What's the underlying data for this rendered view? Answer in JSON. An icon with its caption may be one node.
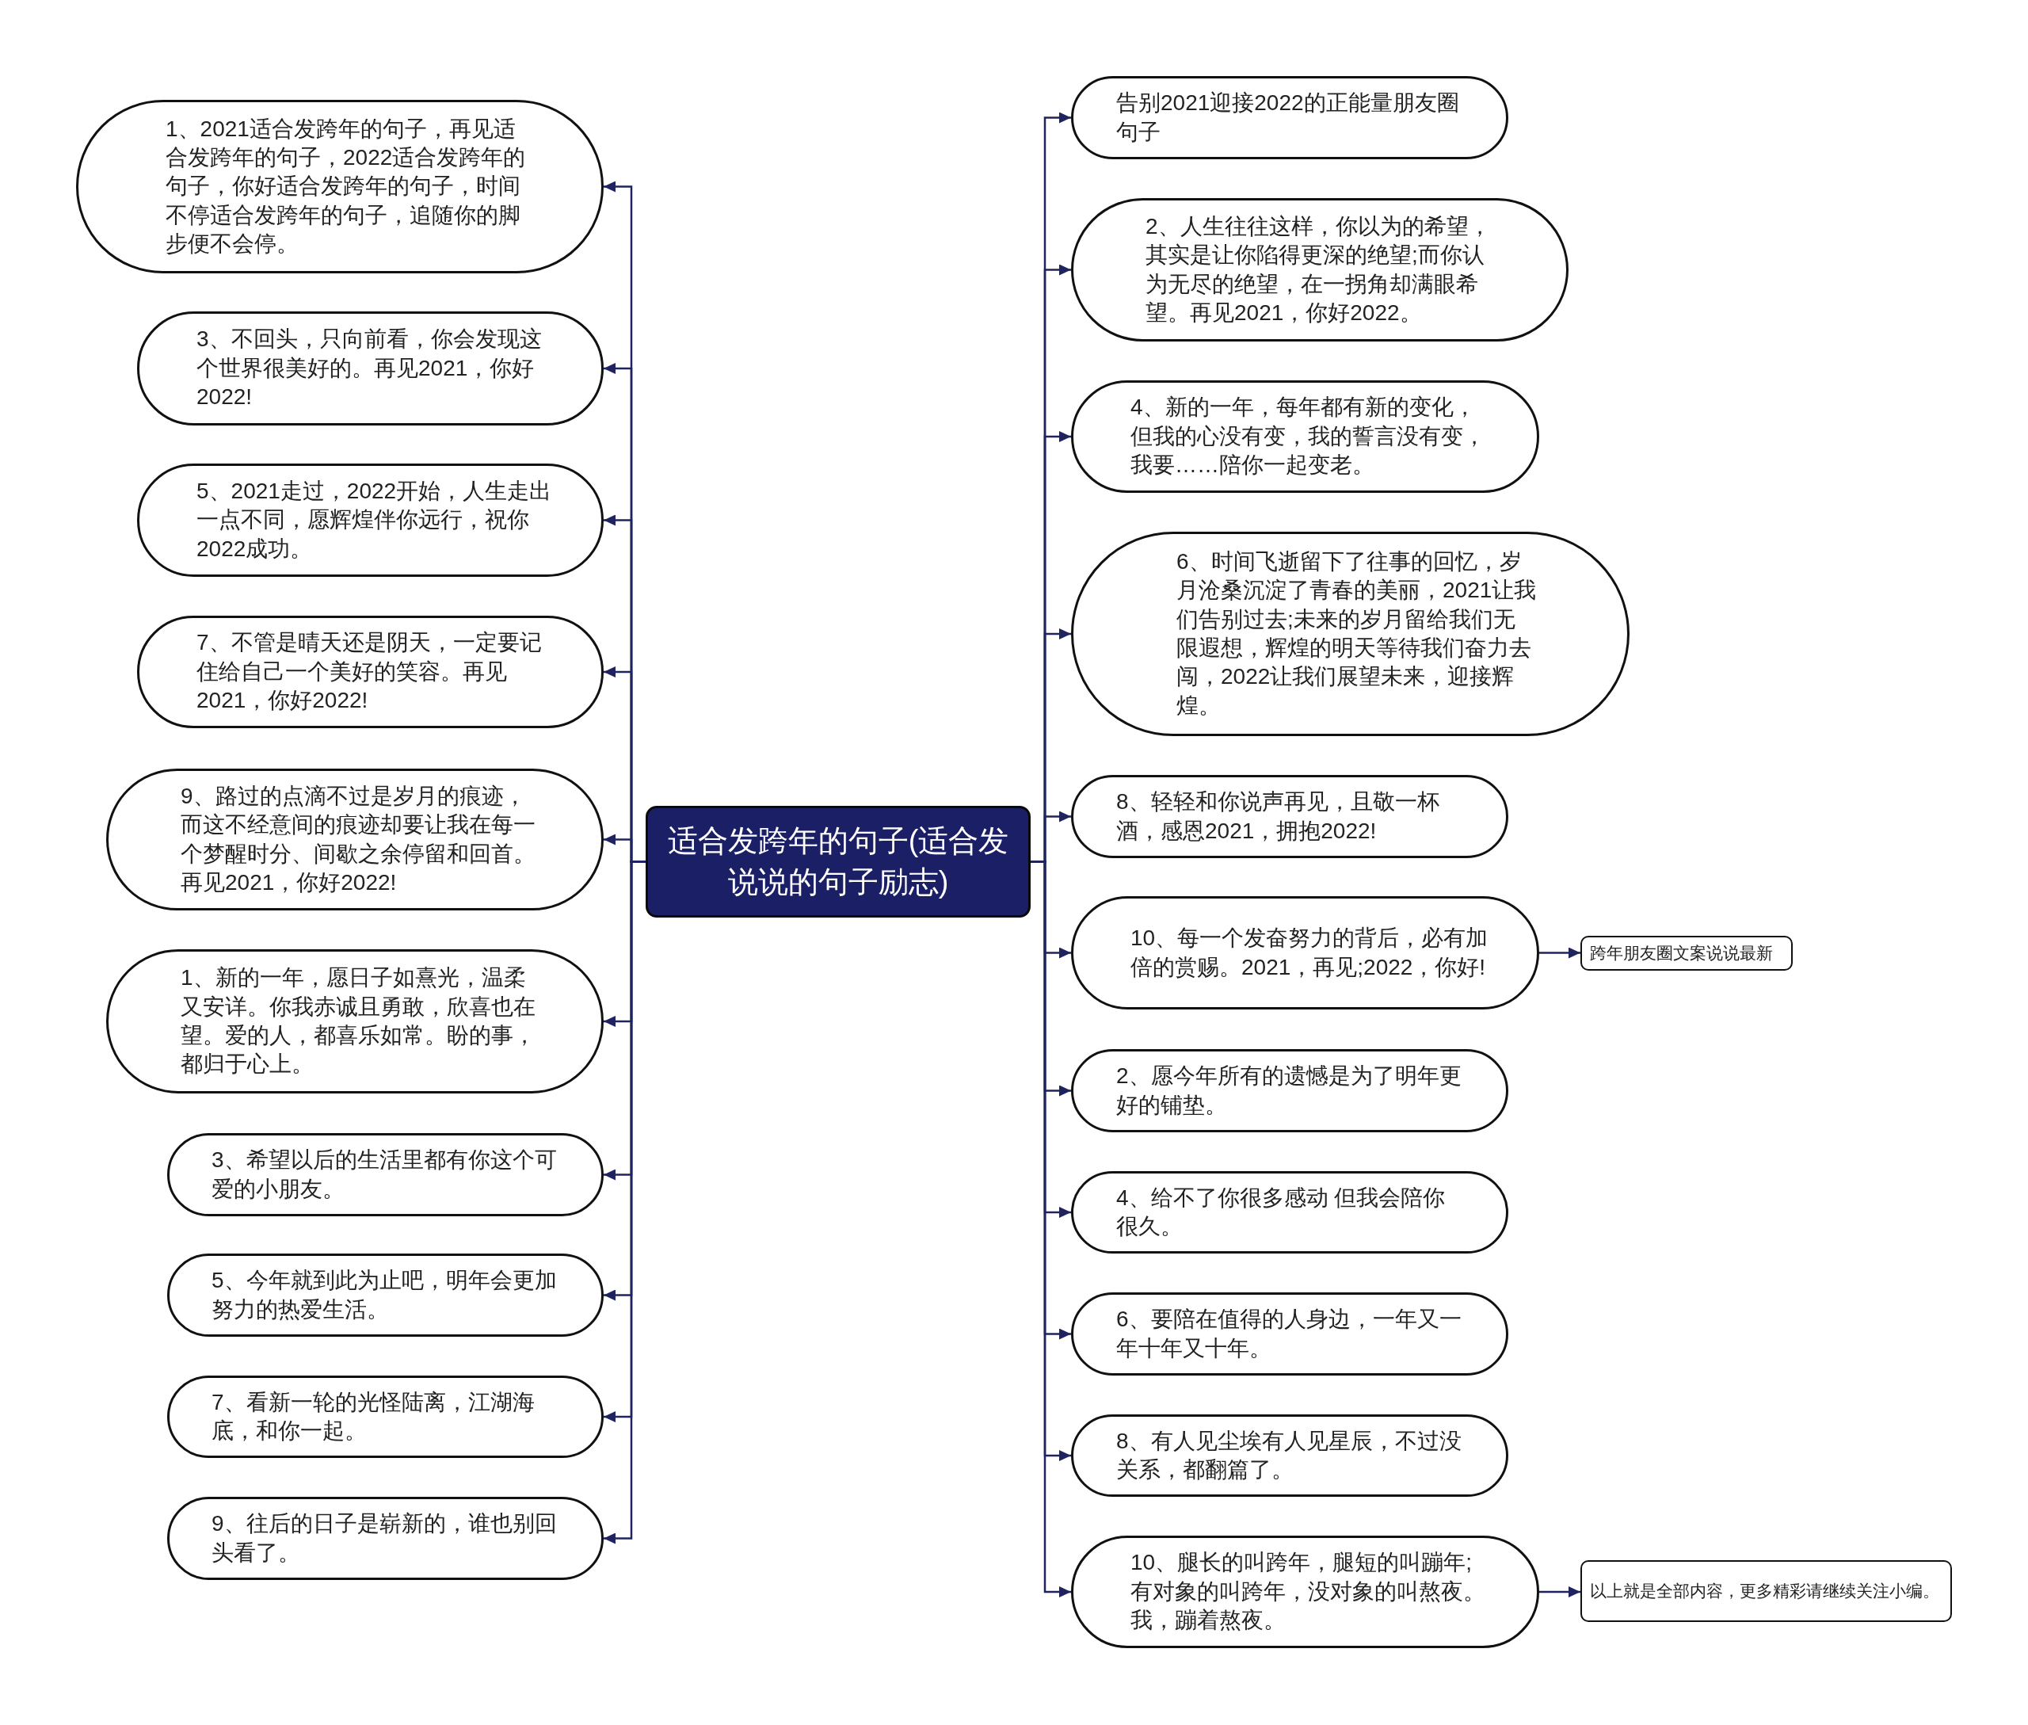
{
  "diagram": {
    "nodes": [
      {
        "text": [
          "适合发跨年的句子(适合发说说的句子励志)"
        ]
      },
      {
        "text": [
          "1、2021适合发跨年的句子，再见适合发跨年的句子，2022适合发跨年的句子，你好适合发跨年的句子，时间不停适合发跨年的句子，追随你的脚步便不会停。"
        ]
      },
      {
        "text": [
          "3、不回头，只向前看，你会发现这个世界很美好的。再见2021，你好2022!"
        ]
      },
      {
        "text": [
          "5、2021走过，2022开始，人生走出一点不同，愿辉煌伴你远行，祝你2022成功。"
        ]
      },
      {
        "text": [
          "7、不管是晴天还是阴天，一定要记住给自己一个美好的笑容。再见2021，你好2022!"
        ]
      },
      {
        "text": [
          "9、路过的点滴不过是岁月的痕迹，而这不经意间的痕迹却要让我在每一个梦醒时分、间歇之余停留和回首。再见2021，你好2022!"
        ]
      },
      {
        "text": [
          "1、新的一年，愿日子如熹光，温柔又安详。你我赤诚且勇敢，欣喜也在望。爱的人，都喜乐如常。盼的事，都归于心上。"
        ]
      },
      {
        "text": [
          "3、希望以后的生活里都有你这个可爱的小朋友。"
        ]
      },
      {
        "text": [
          "5、今年就到此为止吧，明年会更加努力的热爱生活。"
        ]
      },
      {
        "text": [
          "7、看新一轮的光怪陆离，江湖海底，和你一起。"
        ]
      },
      {
        "text": [
          "9、往后的日子是崭新的，谁也别回头看了。"
        ]
      },
      {
        "text": [
          "告别2021迎接2022的正能量朋友圈句子"
        ]
      },
      {
        "text": [
          "2、人生往往这样，你以为的希望，其实是让你陷得更深的绝望;而你认为无尽的绝望，在一拐角却满眼希望。再见2021，你好2022。"
        ]
      },
      {
        "text": [
          "4、新的一年，每年都有新的变化，但我的心没有变，我的誓言没有变，我要……陪你一起变老。"
        ]
      },
      {
        "text": [
          "6、时间飞逝留下了往事的回忆，岁月沧桑沉淀了青春的美丽，2021让我们告别过去;未来的岁月留给我们无限遐想，辉煌的明天等待我们奋力去闯，2022让我们展望未来，迎接辉煌。"
        ]
      },
      {
        "text": [
          "8、轻轻和你说声再见，且敬一杯酒，感恩2021，拥抱2022!"
        ]
      },
      {
        "text": [
          "10、每一个发奋努力的背后，必有加倍的赏赐。2021，再见;2022，你好!"
        ]
      },
      {
        "text": [
          "2、愿今年所有的遗憾是为了明年更好的铺垫。"
        ]
      },
      {
        "text": [
          "4、给不了你很多感动 但我会陪你很久。"
        ]
      },
      {
        "text": [
          "6、要陪在值得的人身边，一年又一年十年又十年。"
        ]
      },
      {
        "text": [
          "8、有人见尘埃有人见星辰，不过没关系，都翻篇了。"
        ]
      },
      {
        "text": [
          "10、腿长的叫跨年，腿短的叫蹦年;有对象的叫跨年，没对象的叫熬夜。我，蹦着熬夜。"
        ]
      },
      {
        "text": [
          "跨年朋友圈文案说说最新"
        ]
      },
      {
        "text": [
          "以上就是全部内容，更多精彩请继续关注小编。"
        ]
      }
    ],
    "edges": [
      {
        "from": 0,
        "to": 1,
        "arrow": "to"
      },
      {
        "from": 0,
        "to": 2,
        "arrow": "to"
      },
      {
        "from": 0,
        "to": 3,
        "arrow": "to"
      },
      {
        "from": 0,
        "to": 4,
        "arrow": "to"
      },
      {
        "from": 0,
        "to": 5,
        "arrow": "to"
      },
      {
        "from": 0,
        "to": 6,
        "arrow": "to"
      },
      {
        "from": 0,
        "to": 7,
        "arrow": "to"
      },
      {
        "from": 0,
        "to": 8,
        "arrow": "to"
      },
      {
        "from": 0,
        "to": 9,
        "arrow": "to"
      },
      {
        "from": 0,
        "to": 10,
        "arrow": "to"
      },
      {
        "from": 0,
        "to": 11,
        "arrow": "to"
      },
      {
        "from": 0,
        "to": 12,
        "arrow": "to"
      },
      {
        "from": 0,
        "to": 13,
        "arrow": "to"
      },
      {
        "from": 0,
        "to": 14,
        "arrow": "to"
      },
      {
        "from": 0,
        "to": 15,
        "arrow": "to"
      },
      {
        "from": 0,
        "to": 16,
        "arrow": "to"
      },
      {
        "from": 0,
        "to": 17,
        "arrow": "to"
      },
      {
        "from": 0,
        "to": 18,
        "arrow": "to"
      },
      {
        "from": 0,
        "to": 19,
        "arrow": "to"
      },
      {
        "from": 0,
        "to": 20,
        "arrow": "to"
      },
      {
        "from": 0,
        "to": 21,
        "arrow": "to"
      },
      {
        "from": 16,
        "to": 22,
        "arrow": "to"
      },
      {
        "from": 21,
        "to": 23,
        "arrow": "to"
      }
    ]
  }
}
